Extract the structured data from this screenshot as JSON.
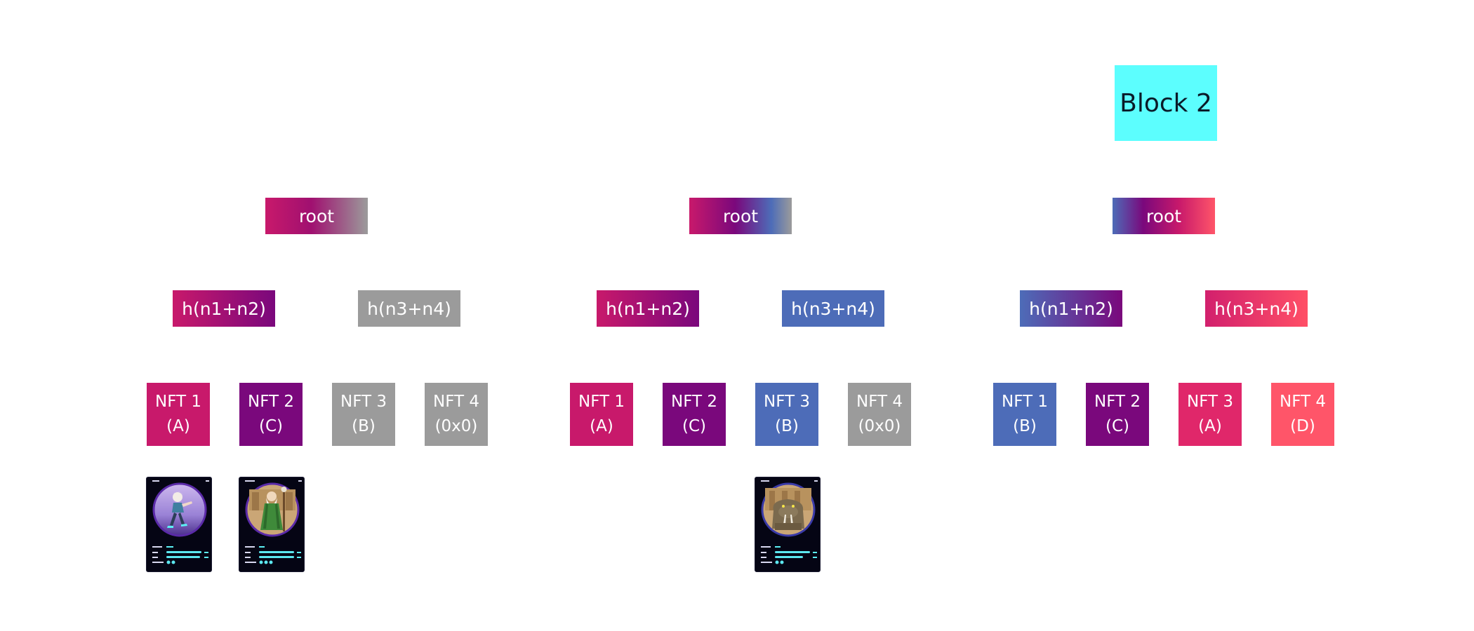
{
  "colors": {
    "block": "#5cfefe",
    "crimson": "#c8196b",
    "purple": "#7a087c",
    "gray": "#9b9b9b",
    "blue": "#4d6cb8",
    "coral": "#ff5569",
    "rose": "#e0276a"
  },
  "block": {
    "label": "Block 2"
  },
  "trees": [
    {
      "root": {
        "label": "root"
      },
      "hashes": [
        {
          "label": "h(n1+n2)"
        },
        {
          "label": "h(n3+n4)"
        }
      ],
      "nfts": [
        {
          "line1": "NFT 1",
          "line2": "(A)"
        },
        {
          "line1": "NFT 2",
          "line2": "(C)"
        },
        {
          "line1": "NFT 3",
          "line2": "(B)"
        },
        {
          "line1": "NFT 4",
          "line2": "(0x0)"
        }
      ]
    },
    {
      "root": {
        "label": "root"
      },
      "hashes": [
        {
          "label": "h(n1+n2)"
        },
        {
          "label": "h(n3+n4)"
        }
      ],
      "nfts": [
        {
          "line1": "NFT 1",
          "line2": "(A)"
        },
        {
          "line1": "NFT 2",
          "line2": "(C)"
        },
        {
          "line1": "NFT 3",
          "line2": "(B)"
        },
        {
          "line1": "NFT 4",
          "line2": "(0x0)"
        }
      ]
    },
    {
      "root": {
        "label": "root"
      },
      "hashes": [
        {
          "label": "h(n1+n2)"
        },
        {
          "label": "h(n3+n4)"
        }
      ],
      "nfts": [
        {
          "line1": "NFT 1",
          "line2": "(B)"
        },
        {
          "line1": "NFT 2",
          "line2": "(C)"
        },
        {
          "line1": "NFT 3",
          "line2": "(A)"
        },
        {
          "line1": "NFT 4",
          "line2": "(D)"
        }
      ]
    }
  ]
}
